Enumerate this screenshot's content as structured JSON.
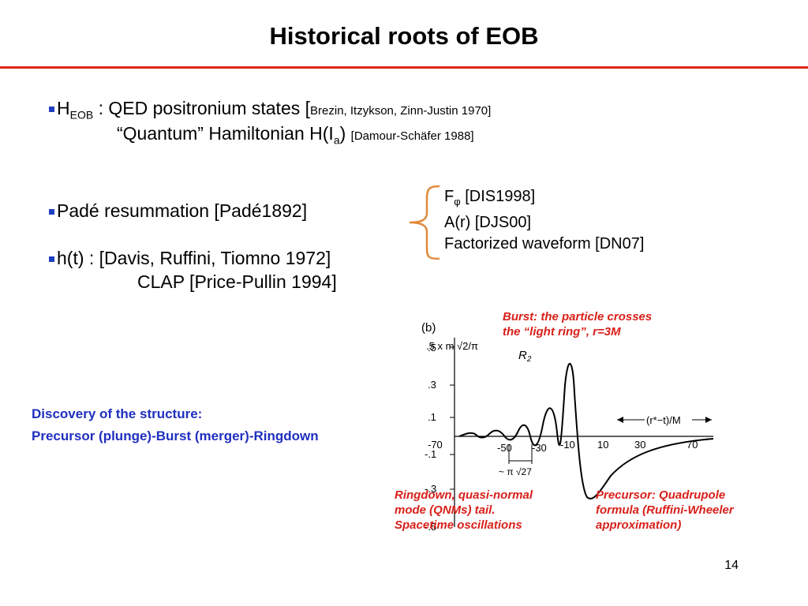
{
  "title": "Historical roots of EOB",
  "bullets": {
    "b1_main": "H",
    "b1_sub": "EOB",
    "b1_text": " : QED positronium states [",
    "b1_ref": "Brezin, Itzykson, Zinn-Justin 1970]",
    "b1_line2_a": "“Quantum” Hamiltonian H(I",
    "b1_line2_sub": "a",
    "b1_line2_b": ")",
    "b1_line2_ref": "[Damour-Schäfer 1988]",
    "b2": "Padé resummation [Padé1892]",
    "b3_line1": "h(t) :   [Davis, Ruffini, Tiomno 1972]",
    "b3_line2": "CLAP [Price-Pullin 1994]"
  },
  "brace_items": {
    "f_main": "F",
    "f_sub": "φ",
    "f_ref": " [DIS1998]",
    "a": "A(r) [DJS00]",
    "wave": "Factorized waveform [DN07]"
  },
  "discovery": {
    "line1": "Discovery of the structure:",
    "line2": "Precursor (plunge)-Burst (merger)-Ringdown"
  },
  "annotations": {
    "burst_1": "Burst: the particle crosses",
    "burst_2": "the “light ring”, r=3M",
    "ring_1": "Ringdown, quasi-normal",
    "ring_2": "mode (QNMs) tail.",
    "ring_3": "Spacetime oscillations",
    "prec_1": "Precursor: Quadrupole",
    "prec_2": "formula (Ruffini-Wheeler",
    "prec_3": "approximation)"
  },
  "figure": {
    "panel": "(b)",
    "ylabel": ".5 x m √2/π",
    "series": "R",
    "series_sub": "2",
    "yticks": [
      ".3",
      ".1",
      "-.1",
      "-.3"
    ],
    "xticks": [
      "-70",
      "-50",
      "-30",
      "-10",
      "10",
      "30",
      "70"
    ],
    "axis_label": "(r*−t)/M",
    "period_label": "~ π √27",
    "bottom_tick": "-.5"
  },
  "page_number": "14",
  "colors": {
    "title_rule": "#e0251b",
    "blue_text": "#1f2fbf",
    "red_text": "#d8201a",
    "brace": "#e08a3c"
  }
}
